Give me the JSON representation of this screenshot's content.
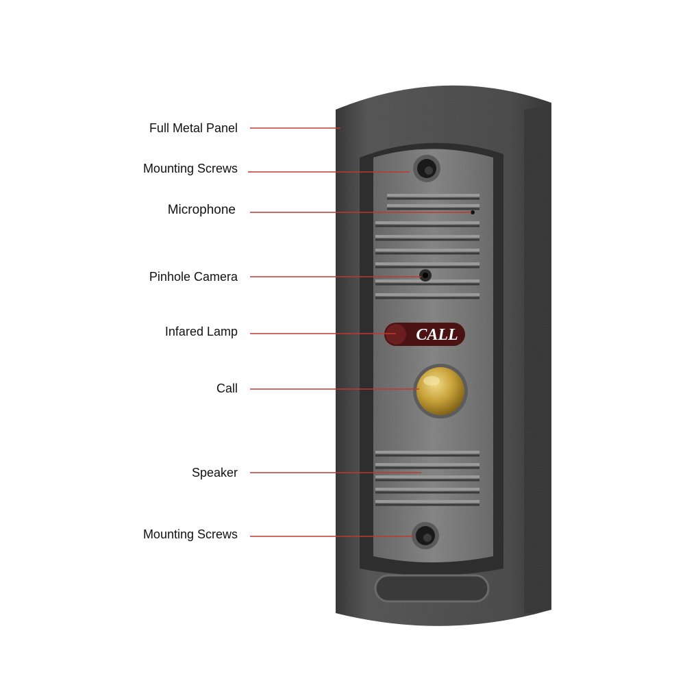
{
  "callouts": [
    {
      "label": "Full Metal Panel"
    },
    {
      "label": "Mounting Screws"
    },
    {
      "label": "Microphone"
    },
    {
      "label": "Pinhole Camera"
    },
    {
      "label": "Infared Lamp"
    },
    {
      "label": "Call"
    },
    {
      "label": "Speaker"
    },
    {
      "label": "Mounting Screws"
    }
  ],
  "device": {
    "button_label": "CALL"
  },
  "colors": {
    "leader_line": "#c0392b",
    "panel_dark": "#4a4a4a",
    "faceplate": "#7d7d7d",
    "button_brass": "#c9a33a",
    "call_badge": "#4a1212",
    "call_text": "#ffffff"
  }
}
